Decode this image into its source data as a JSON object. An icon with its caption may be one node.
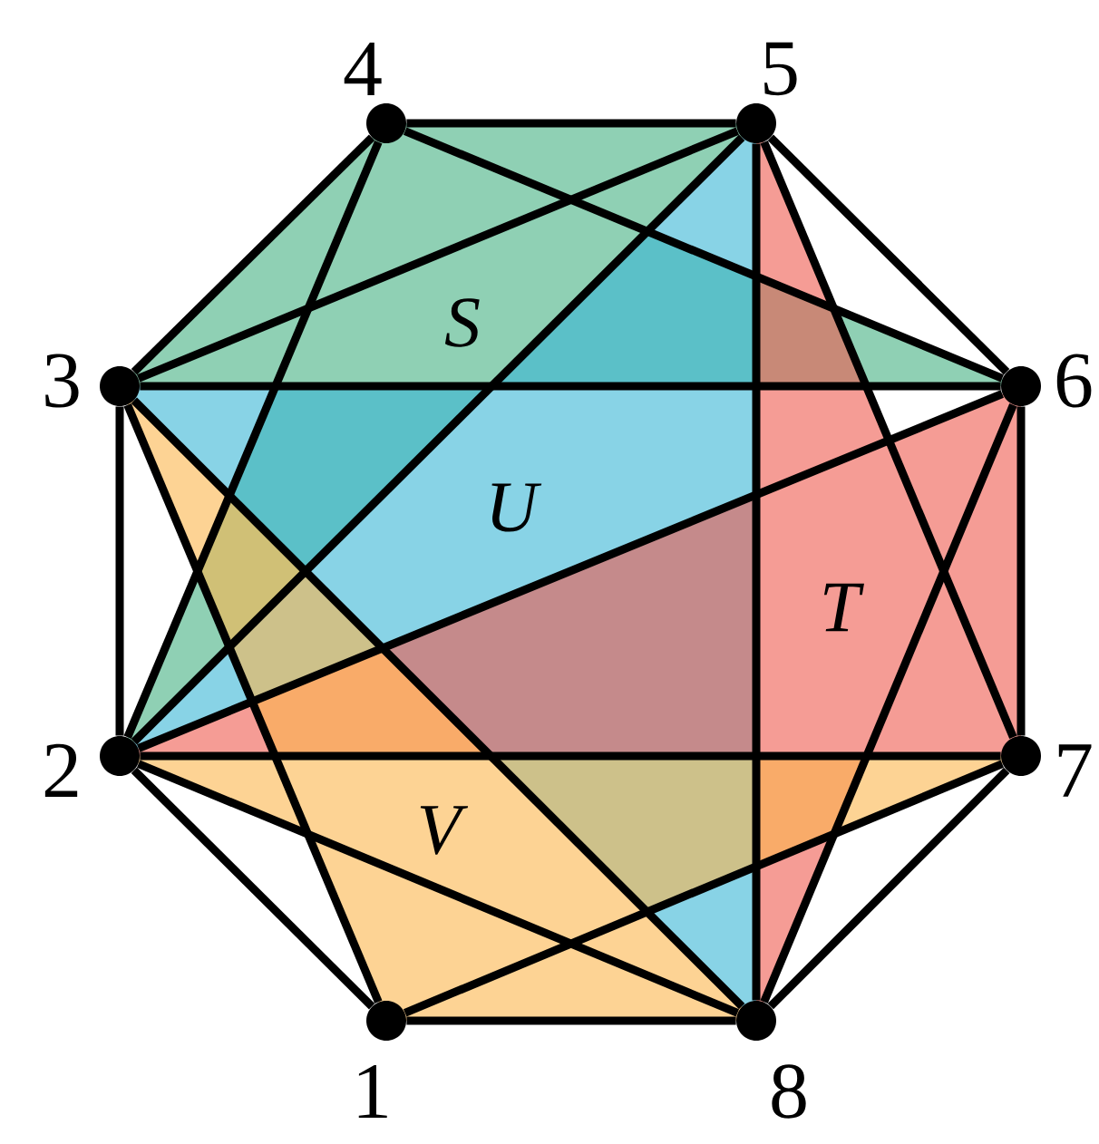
{
  "diagram": {
    "nodes": [
      {
        "text": [],
        "shape": "circle",
        "beside": [
          "1"
        ]
      },
      {
        "text": [],
        "shape": "circle",
        "beside": [
          "2"
        ]
      },
      {
        "text": [],
        "shape": "circle",
        "beside": [
          "3"
        ]
      },
      {
        "text": [],
        "shape": "circle",
        "beside": [
          "4"
        ]
      },
      {
        "text": [],
        "shape": "circle",
        "beside": [
          "5"
        ]
      },
      {
        "text": [],
        "shape": "circle",
        "beside": [
          "6"
        ]
      },
      {
        "text": [],
        "shape": "circle",
        "beside": [
          "7"
        ]
      },
      {
        "text": [],
        "shape": "circle",
        "beside": [
          "8"
        ]
      }
    ],
    "edges": [
      {
        "from": 0,
        "to": 1,
        "arrow": "none"
      },
      {
        "from": 1,
        "to": 2,
        "arrow": "none"
      },
      {
        "from": 2,
        "to": 3,
        "arrow": "none"
      },
      {
        "from": 3,
        "to": 4,
        "arrow": "none"
      },
      {
        "from": 4,
        "to": 5,
        "arrow": "none"
      },
      {
        "from": 5,
        "to": 6,
        "arrow": "none"
      },
      {
        "from": 6,
        "to": 7,
        "arrow": "none"
      },
      {
        "from": 7,
        "to": 0,
        "arrow": "none"
      },
      {
        "from": 2,
        "to": 5,
        "arrow": "none"
      },
      {
        "from": 1,
        "to": 6,
        "arrow": "none"
      },
      {
        "from": 4,
        "to": 7,
        "arrow": "none"
      },
      {
        "from": 3,
        "to": 5,
        "arrow": "none"
      },
      {
        "from": 2,
        "to": 4,
        "arrow": "none"
      },
      {
        "from": 1,
        "to": 4,
        "arrow": "none"
      },
      {
        "from": 1,
        "to": 5,
        "arrow": "none"
      },
      {
        "from": 2,
        "to": 7,
        "arrow": "none"
      },
      {
        "from": 1,
        "to": 7,
        "arrow": "none"
      },
      {
        "from": 0,
        "to": 6,
        "arrow": "none"
      },
      {
        "from": 1,
        "to": 3,
        "arrow": "none"
      },
      {
        "from": 2,
        "to": 0,
        "arrow": "none"
      },
      {
        "from": 4,
        "to": 6,
        "arrow": "none"
      },
      {
        "from": 5,
        "to": 7,
        "arrow": "none"
      }
    ],
    "labels": [
      "S",
      "U",
      "T",
      "V"
    ]
  }
}
